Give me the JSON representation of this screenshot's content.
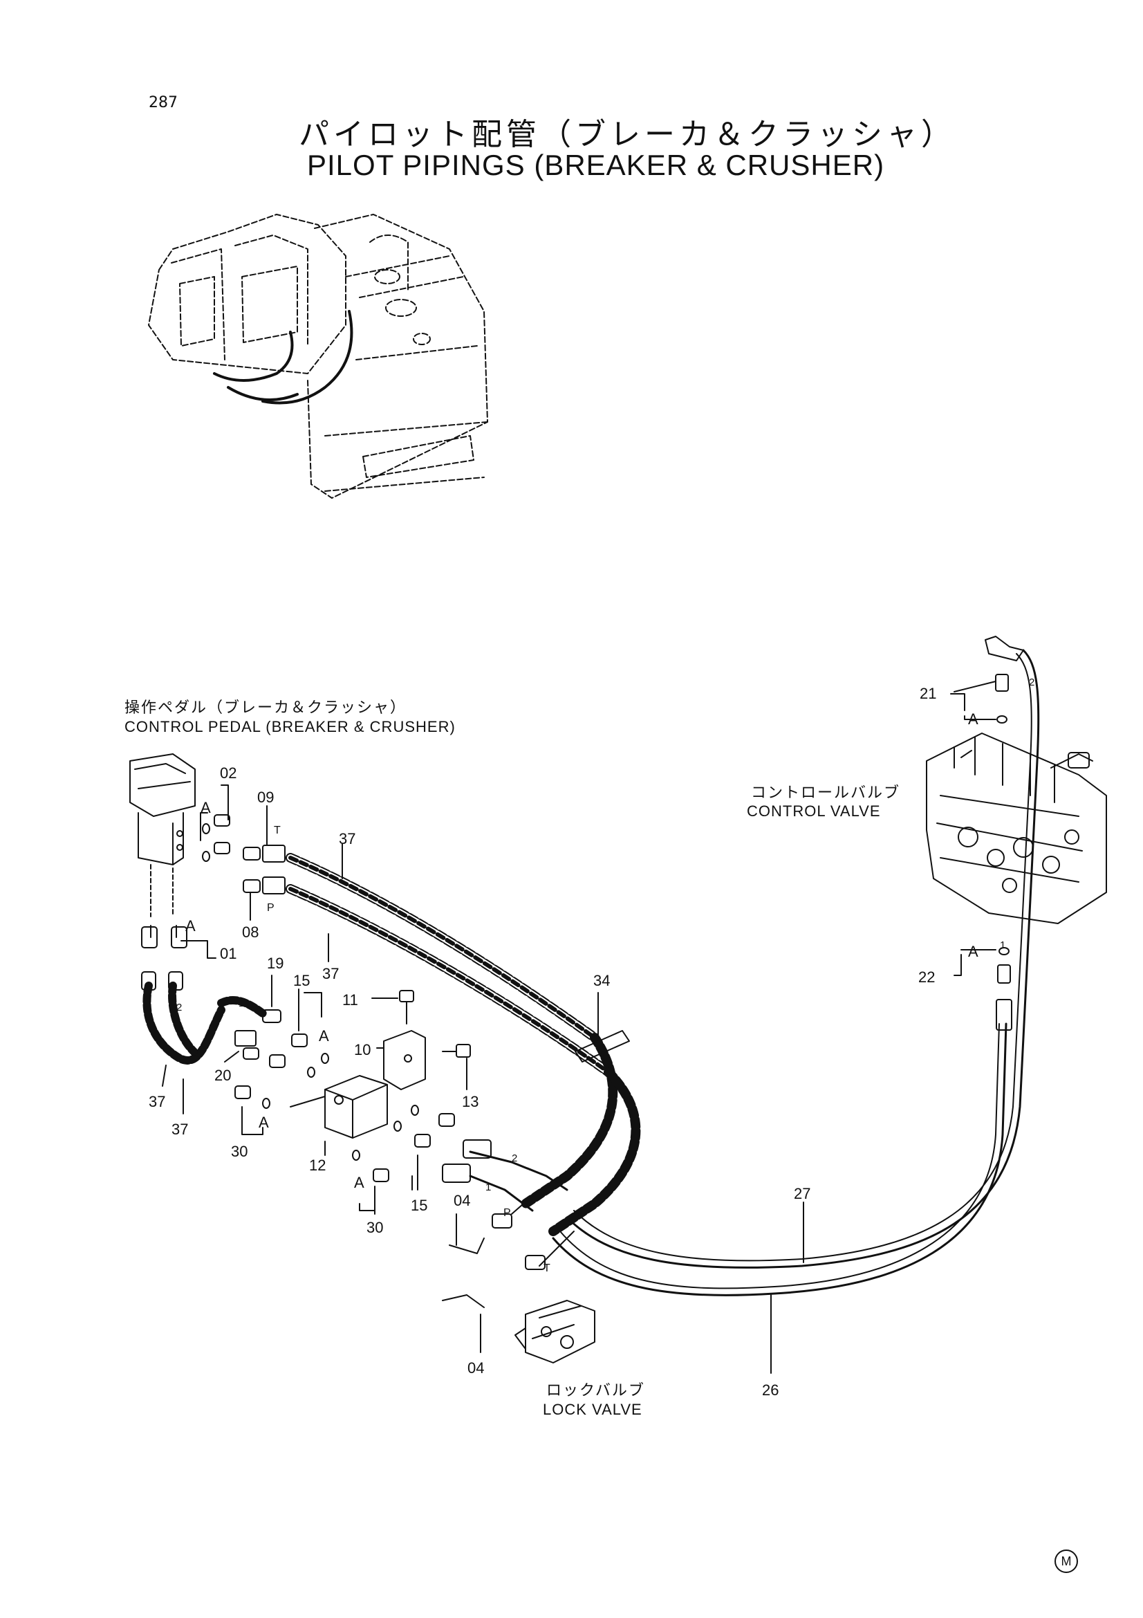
{
  "page_number": "287",
  "title_jp": "パイロット配管（ブレーカ＆クラッシャ）",
  "title_en": "PILOT PIPINGS (BREAKER & CRUSHER)",
  "labels": {
    "control_pedal_jp": "操作ペダル（ブレーカ＆クラッシャ）",
    "control_pedal_en": "CONTROL PEDAL (BREAKER & CRUSHER)",
    "control_valve_jp": "コントロールバルブ",
    "control_valve_en": "CONTROL VALVE",
    "lock_valve_jp": "ロックバルブ",
    "lock_valve_en": "LOCK VALVE"
  },
  "callouts": {
    "c01": "01",
    "c02": "02",
    "c04a": "04",
    "c04b": "04",
    "c08": "08",
    "c09": "09",
    "c10": "10",
    "c11": "11",
    "c12": "12",
    "c13": "13",
    "c15a": "15",
    "c15b": "15",
    "c19": "19",
    "c20": "20",
    "c21": "21",
    "c22": "22",
    "c26": "26",
    "c27": "27",
    "c30a": "30",
    "c30b": "30",
    "c34": "34",
    "c37a": "37",
    "c37b": "37",
    "c37c": "37",
    "c37d": "37"
  },
  "port_marks": {
    "a": "A",
    "t": "T",
    "p": "P",
    "one": "1",
    "two": "2"
  },
  "corner_mark": "M"
}
